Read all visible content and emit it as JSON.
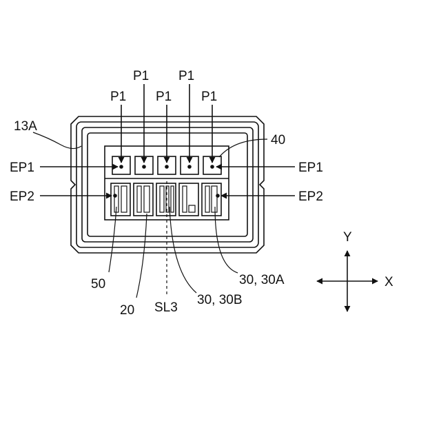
{
  "labels": {
    "p1_a": "P1",
    "p1_b": "P1",
    "p1_c": "P1",
    "p1_d": "P1",
    "p1_e": "P1",
    "ref_13a": "13A",
    "ref_40": "40",
    "ep1_left": "EP1",
    "ep1_right": "EP1",
    "ep2_left": "EP2",
    "ep2_right": "EP2",
    "ref_50": "50",
    "ref_20": "20",
    "ref_sl3": "SL3",
    "ref_30b": "30, 30B",
    "ref_30a": "30, 30A",
    "axis_y": "Y",
    "axis_x": "X"
  },
  "colors": {
    "ink": "#111111",
    "background": "#ffffff"
  }
}
